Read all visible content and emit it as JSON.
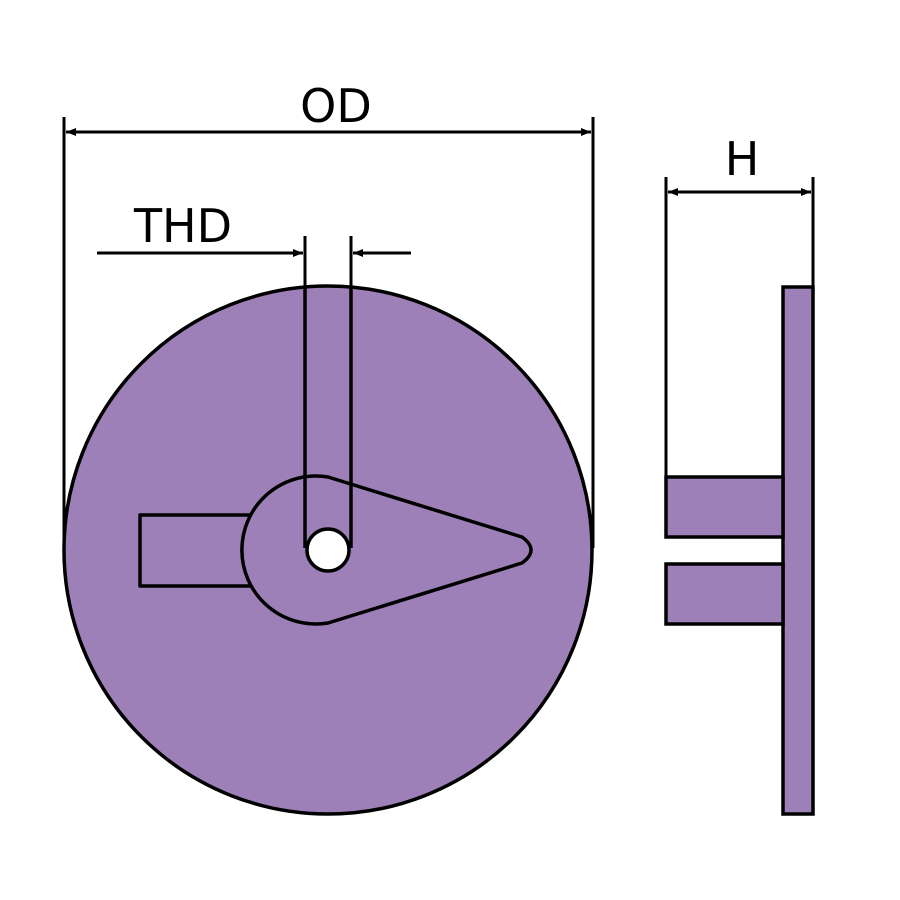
{
  "diagram": {
    "labels": {
      "outer_diameter": "OD",
      "thread_diameter": "THD",
      "height": "H"
    },
    "colors": {
      "body_fill": "#9d80b7",
      "outline": "#000000",
      "background": "#ffffff"
    }
  }
}
